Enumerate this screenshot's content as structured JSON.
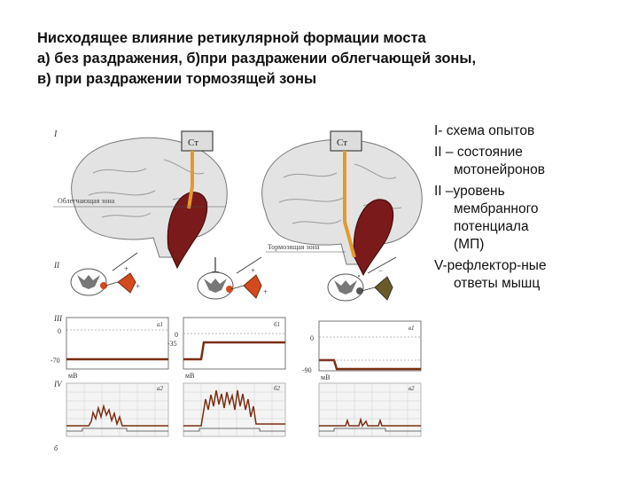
{
  "title": {
    "line1": "Нисходящее влияние ретикулярной формации моста",
    "line2": " а) без раздражения, б)при раздражении облегчающей зоны,",
    "line3": "в) при раздражении тормозящей зоны"
  },
  "legend": [
    {
      "lines": [
        "I- схема опытов"
      ]
    },
    {
      "lines": [
        "II – состояние",
        "мотонейронов"
      ]
    },
    {
      "lines": [
        "II –уровень",
        "мембранного",
        "потенциала",
        "(МП)"
      ]
    },
    {
      "lines": [
        "V-рефлектор-ные",
        "ответы мышц"
      ]
    }
  ],
  "figure": {
    "stim_label": "Ст",
    "facilitating_zone": "Облегчающая зона",
    "inhibitory_zone": "Тормозящая зона",
    "row_labels": [
      "I",
      "II",
      "III",
      "IV"
    ],
    "mp_ticks_a": [
      "0",
      "-70"
    ],
    "mp_ticks_b": [
      "0",
      "-35"
    ],
    "mp_ticks_c": [
      "0",
      "-90"
    ],
    "unit": "мВ",
    "panel_letters": [
      "a1",
      "б1",
      "в1",
      "a2",
      "б2",
      "в2"
    ],
    "bottom_letter": "б"
  },
  "colors": {
    "brain_fill": "#e3e3e3",
    "formation": "#7a1a1a",
    "pathway": "#e39a2b",
    "neuron": "#d24a1d",
    "trace": "#7a2e12"
  }
}
